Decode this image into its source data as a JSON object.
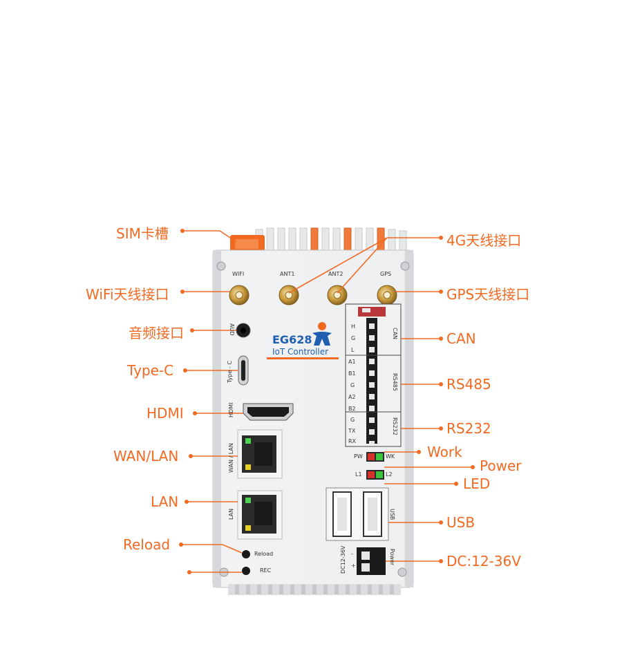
{
  "callouts": {
    "sim": "SIM卡槽",
    "wifi_ant": "WiFi天线接口",
    "audio": "音频接口",
    "typec": "Type-C",
    "hdmi": "HDMI",
    "wan_lan": "WAN/LAN",
    "lan": "LAN",
    "reload": "Reload",
    "ant_4g": "4G天线接口",
    "gps_ant": "GPS天线接口",
    "can": "CAN",
    "rs485": "RS485",
    "rs232": "RS232",
    "work": "Work",
    "power": "Power",
    "led": "LED",
    "usb": "USB",
    "dc": "DC:12-36V"
  },
  "device": {
    "brand": "EG628",
    "subtitle": "IoT Controller",
    "ant_labels": [
      "WIFI",
      "ANT1",
      "ANT2",
      "GPS"
    ],
    "aud": "AUD",
    "typec": "Type - C",
    "hdmi": "HDMI",
    "wan_lan": "WAN / LAN",
    "lan": "LAN",
    "reload": "Reload",
    "rec": "REC",
    "can_pins": [
      "H",
      "G",
      "L"
    ],
    "rs485_pins": [
      "A1",
      "B1",
      "G",
      "A2",
      "B2"
    ],
    "rs232_pins": [
      "G",
      "TX",
      "RX"
    ],
    "can": "CAN",
    "rs485": "RS485",
    "rs232": "RS232",
    "pw": "PW",
    "wk": "WK",
    "l1": "L1",
    "l2": "L2",
    "usb": "USB",
    "dc": "DC12-36V",
    "dc_minus": "-",
    "dc_plus": "+",
    "power": "Power"
  },
  "colors": {
    "accent": "#f26a22",
    "brand_blue": "#1f5fb0",
    "body": "#e9eaec",
    "led_green": "#3cc23c",
    "led_red": "#d8302a"
  }
}
